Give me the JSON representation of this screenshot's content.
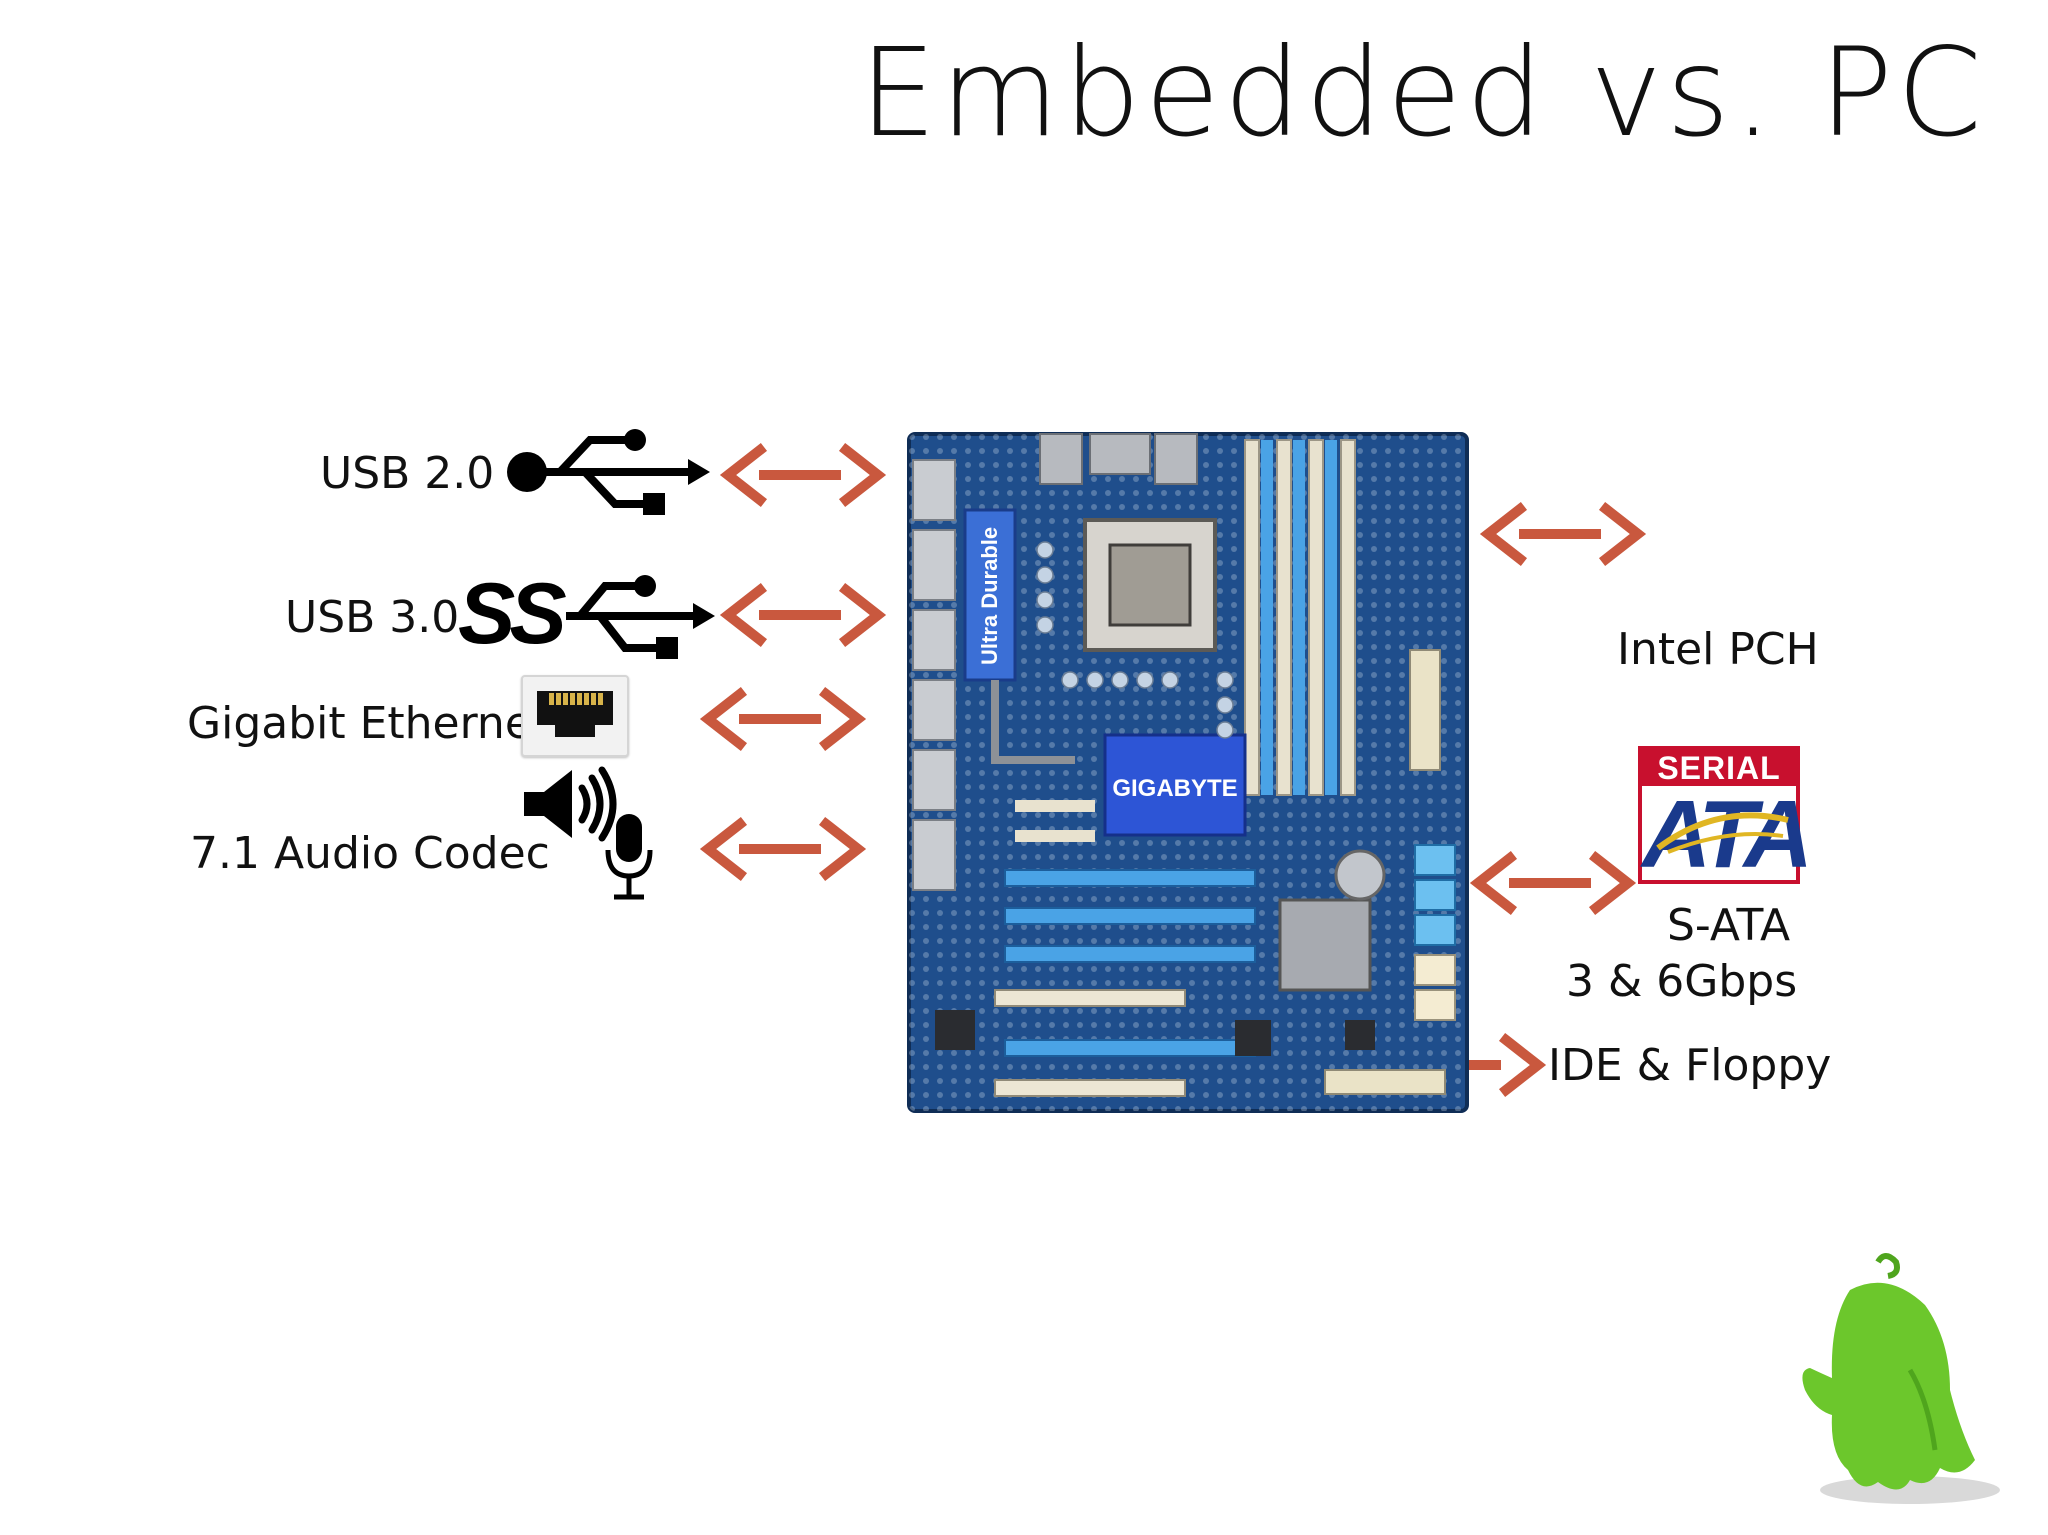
{
  "slide": {
    "title": "Embedded vs. PC"
  },
  "left_labels": {
    "usb2": "USB 2.0",
    "usb3": "USB 3.0",
    "usb3_logo": "SS",
    "ethernet": "Gigabit Ethernet",
    "audio": "7.1 Audio Codec"
  },
  "right_labels": {
    "pch": "Intel PCH",
    "sata_line1": "S-ATA",
    "sata_line2": "3 & 6Gbps",
    "ide": "IDE & Floppy"
  },
  "sata_logo": {
    "top": "SERIAL",
    "main": "ATA"
  },
  "motherboard": {
    "brand": "GIGABYTE",
    "heatsink_text": "Ultra Durable"
  },
  "colors": {
    "arrow": "#c9583e",
    "board": "#1f4e8c",
    "accent_blue": "#3b6fd6",
    "mascot_green": "#6cc72c"
  }
}
